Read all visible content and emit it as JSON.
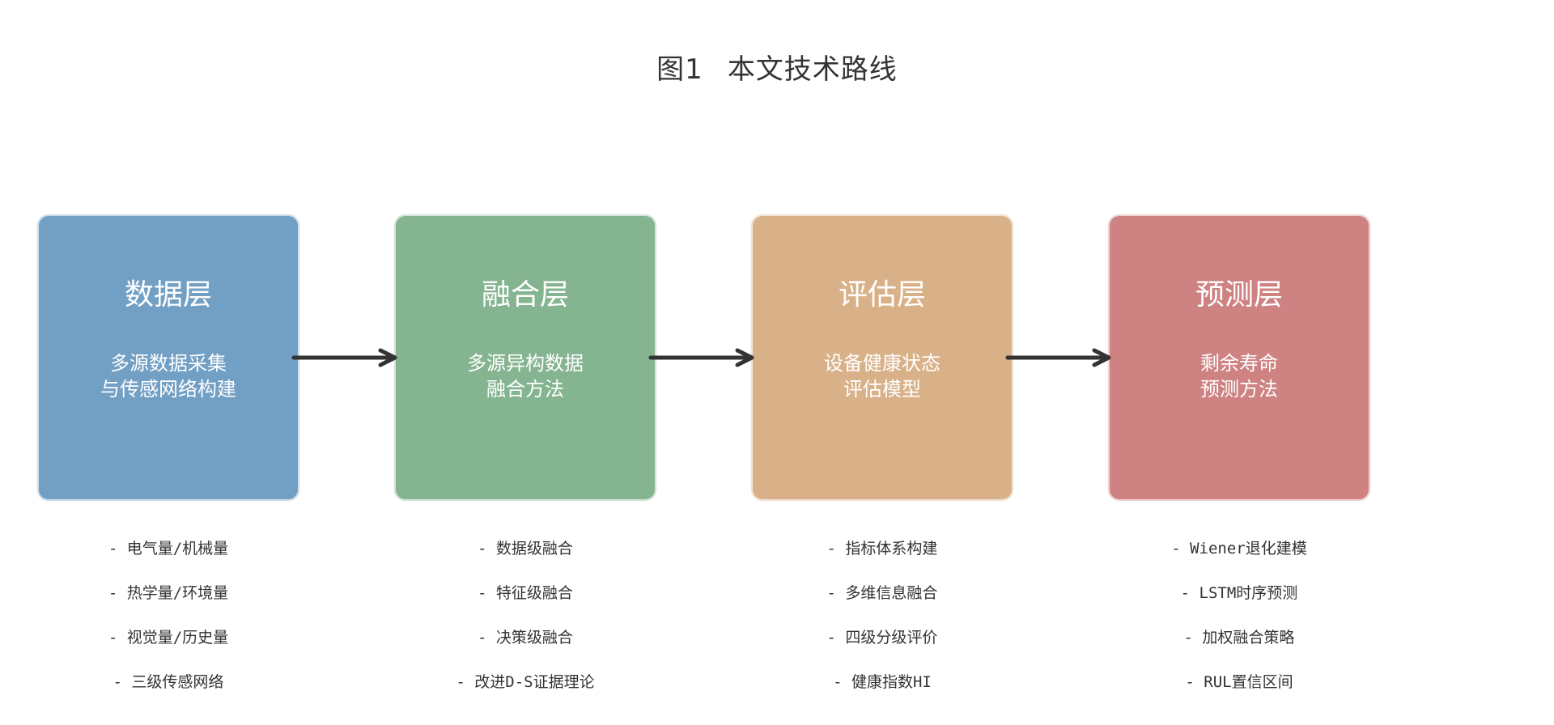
{
  "title": {
    "figure_label": "图1",
    "text": "本文技术路线"
  },
  "layers": [
    {
      "heading": "数据层",
      "desc": [
        "多源数据采集",
        "与传感网络构建"
      ],
      "color": "#729fc4",
      "items": [
        "- 电气量/机械量",
        "- 热学量/环境量",
        "- 视觉量/历史量",
        "- 三级传感网络"
      ]
    },
    {
      "heading": "融合层",
      "desc": [
        "多源异构数据",
        "融合方法"
      ],
      "color": "#85b490",
      "items": [
        "- 数据级融合",
        "- 特征级融合",
        "- 决策级融合",
        "- 改进D-S证据理论"
      ]
    },
    {
      "heading": "评估层",
      "desc": [
        "设备健康状态",
        "评估模型"
      ],
      "color": "#d9b188",
      "items": [
        "- 指标体系构建",
        "- 多维信息融合",
        "- 四级分级评价",
        "- 健康指数HI"
      ]
    },
    {
      "heading": "预测层",
      "desc": [
        "剩余寿命",
        "预测方法"
      ],
      "color": "#ce8281",
      "items": [
        "- Wiener退化建模",
        "- LSTM时序预测",
        "- 加权融合策略",
        "- RUL置信区间"
      ]
    }
  ],
  "arrow_color": "#333333"
}
